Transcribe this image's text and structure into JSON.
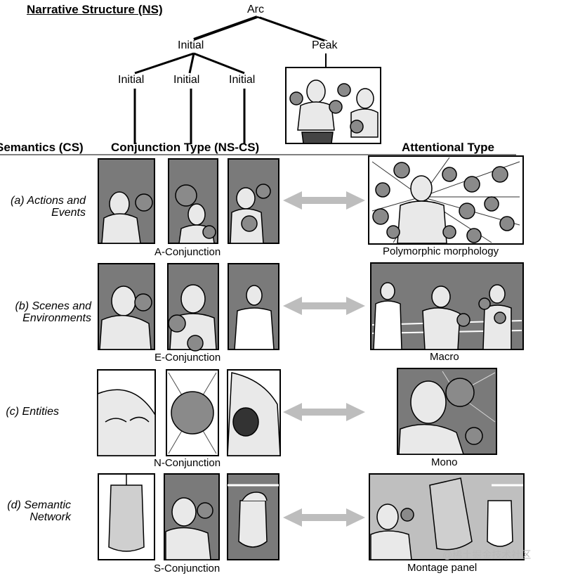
{
  "header": {
    "ns_title": "Narrative Structure (NS)",
    "semantics": "Semantics (CS)",
    "conjunction": "Conjunction Type (NS-CS)",
    "attentional": "Attentional Type"
  },
  "tree": {
    "arc": "Arc",
    "initial": "Initial",
    "peak": "Peak",
    "initial_1": "Initial",
    "initial_2": "Initial",
    "initial_3": "Initial"
  },
  "rows": [
    {
      "label": "(a) Actions and\nEvents",
      "conjunction": "A-Conjunction",
      "attentional": "Polymorphic morphology"
    },
    {
      "label": "(b) Scenes and\nEnvironments",
      "conjunction": "E-Conjunction",
      "attentional": "Macro"
    },
    {
      "label": "(c) Entities",
      "conjunction": "N-Conjunction",
      "attentional": "Mono"
    },
    {
      "label": "(d) Semantic\nNetwork",
      "conjunction": "S-Conjunction",
      "attentional": "Montage panel"
    }
  ],
  "watermark": "@稀土掘金技术社区",
  "colors": {
    "panel_gray": "#7a7a7a",
    "arrow_gray": "#bdbdbd",
    "skin": "#e9e9e9",
    "glove": "#8a8a8a"
  }
}
